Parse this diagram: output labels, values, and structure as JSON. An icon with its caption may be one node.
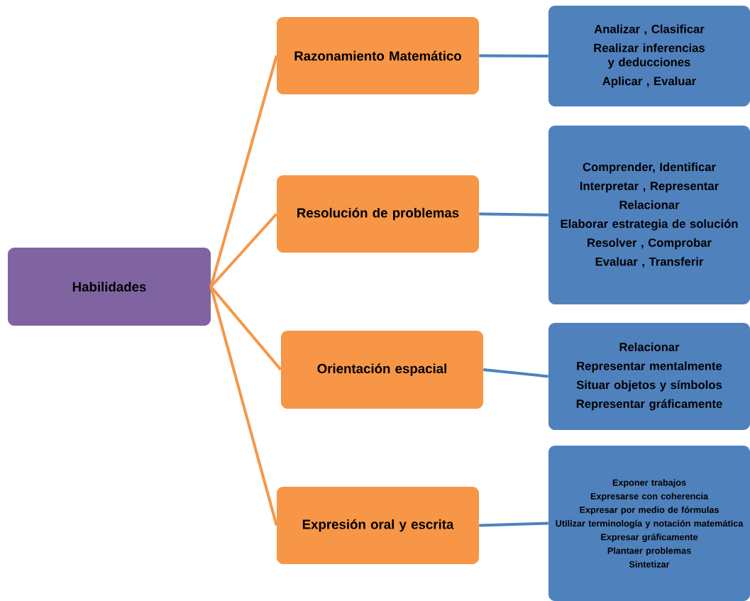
{
  "diagram": {
    "nodes": [
      {
        "text": [
          "Habilidades"
        ]
      },
      {
        "text": [
          "Razonamiento Matemático"
        ]
      },
      {
        "text": [
          "Resolución de problemas"
        ]
      },
      {
        "text": [
          "Orientación espacial"
        ]
      },
      {
        "text": [
          "Expresión oral y escrita"
        ]
      },
      {
        "text": [
          "Analizar , Clasificar",
          "Realizar  inferencias y deducciones",
          "Aplicar , Evaluar"
        ]
      },
      {
        "text": [
          "Comprender, Identificar",
          "Interpretar , Representar",
          "Relacionar",
          "Elaborar estrategia de solución",
          "Resolver , Comprobar",
          "Evaluar , Transferir"
        ]
      },
      {
        "text": [
          "Relacionar",
          "Representar mentalmente",
          "Situar objetos y símbolos",
          "Representar gráficamente"
        ]
      },
      {
        "text": [
          "Exponer trabajos",
          "Expresarse con coherencia",
          "Expresar por medio de fórmulas",
          "Utilizar  terminología y notación matemática",
          "Expresar gráficamente",
          "Plantaer problemas",
          "Sintetizar"
        ]
      }
    ],
    "edges": [
      {
        "from": 0,
        "to": 1,
        "arrow": "none",
        "color": "#f79646"
      },
      {
        "from": 0,
        "to": 2,
        "arrow": "none",
        "color": "#f79646"
      },
      {
        "from": 0,
        "to": 3,
        "arrow": "none",
        "color": "#f79646"
      },
      {
        "from": 0,
        "to": 4,
        "arrow": "none",
        "color": "#f79646"
      },
      {
        "from": 1,
        "to": 5,
        "arrow": "none",
        "color": "#4f81bd"
      },
      {
        "from": 2,
        "to": 6,
        "arrow": "none",
        "color": "#4f81bd"
      },
      {
        "from": 3,
        "to": 7,
        "arrow": "none",
        "color": "#4f81bd"
      },
      {
        "from": 4,
        "to": 8,
        "arrow": "none",
        "color": "#4f81bd"
      }
    ]
  }
}
